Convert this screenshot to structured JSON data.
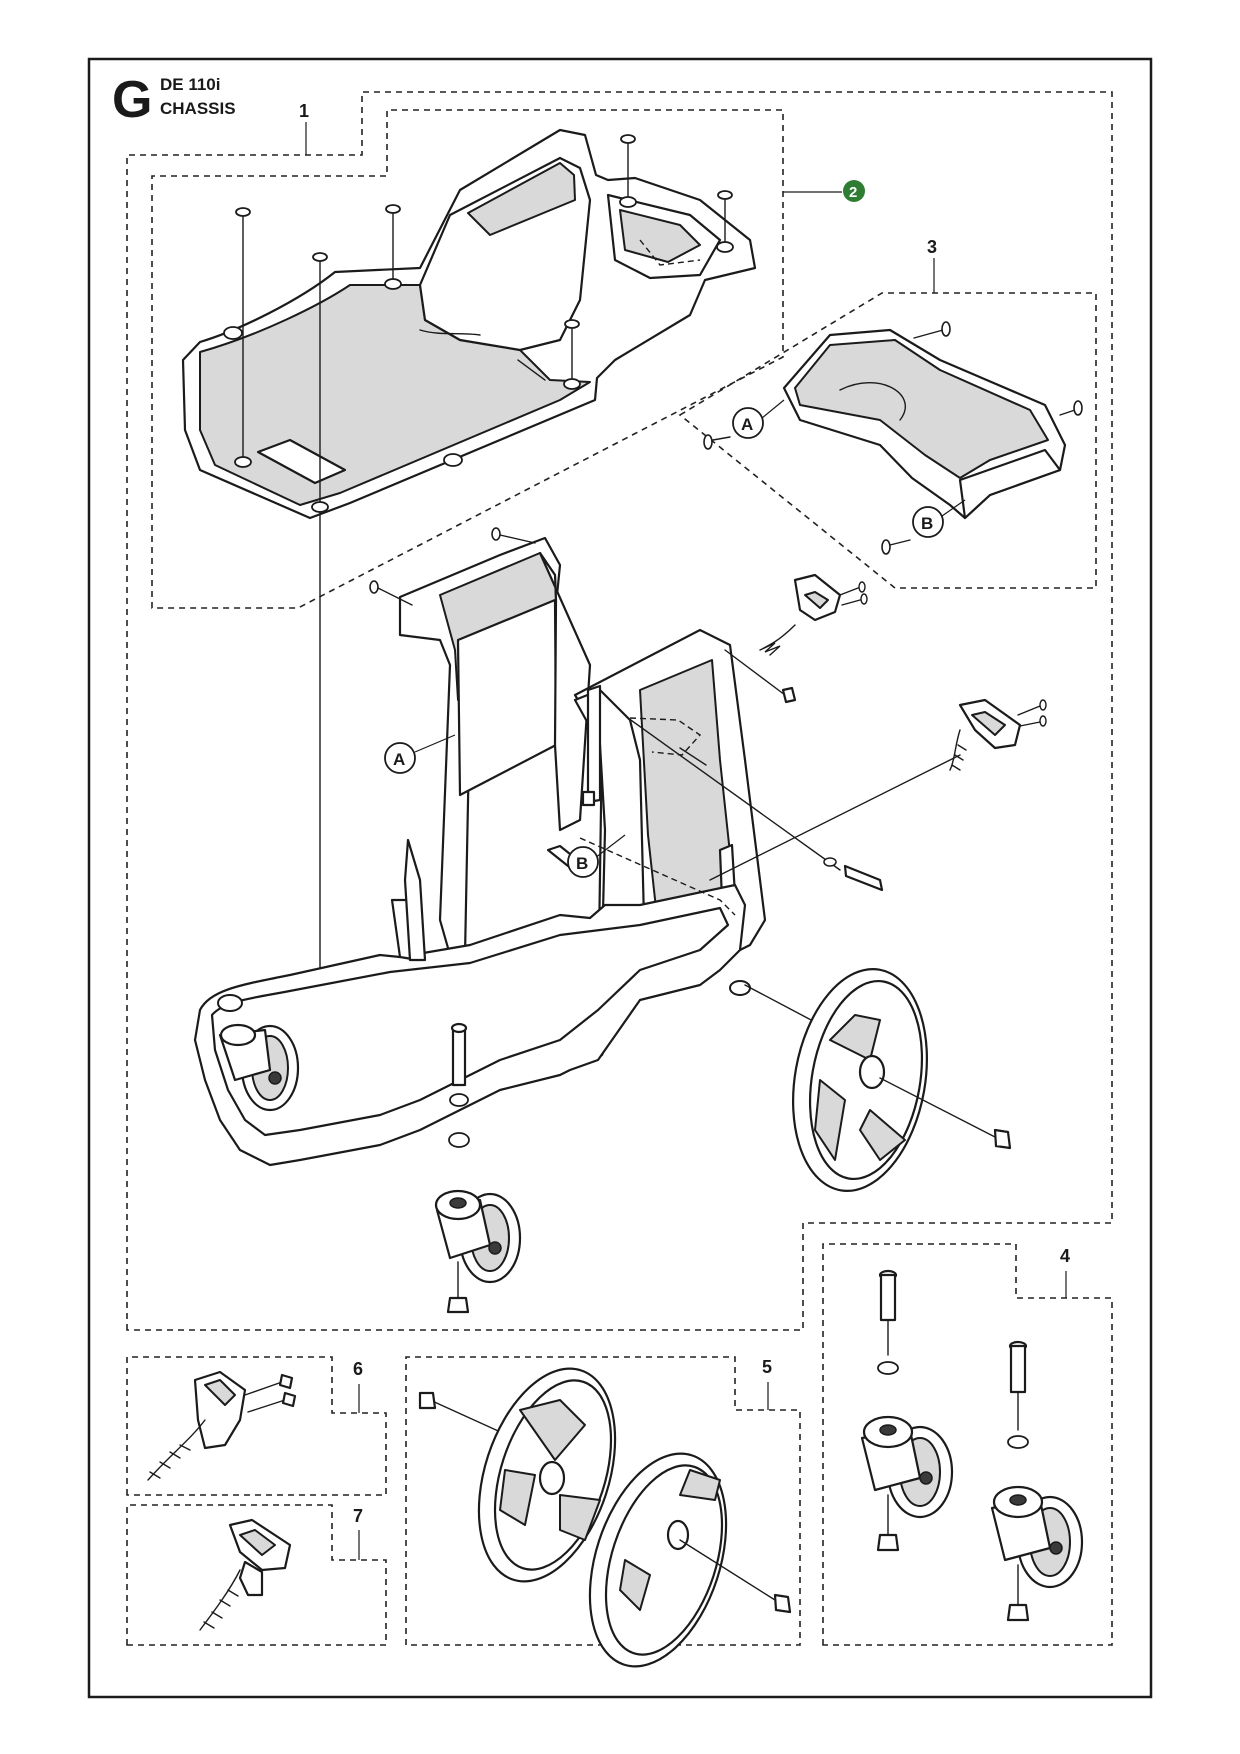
{
  "header": {
    "section_letter": "G",
    "model": "DE 110i",
    "title": "CHASSIS"
  },
  "callouts": [
    {
      "id": "1",
      "label": "1"
    },
    {
      "id": "2",
      "label": "2",
      "color": "#2e7d32"
    },
    {
      "id": "3",
      "label": "3"
    },
    {
      "id": "4",
      "label": "4"
    },
    {
      "id": "5",
      "label": "5"
    },
    {
      "id": "6",
      "label": "6"
    },
    {
      "id": "7",
      "label": "7"
    }
  ],
  "reference_markers": {
    "a": "A",
    "b": "B"
  },
  "colors": {
    "callout_highlight": "#2e7d32",
    "line": "#1b1b1b",
    "shade": "#d9d9d9"
  }
}
